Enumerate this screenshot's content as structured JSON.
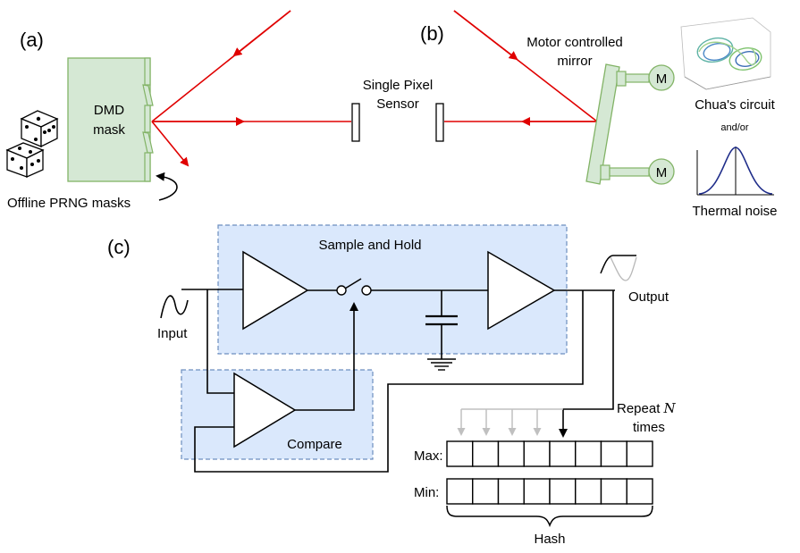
{
  "panels": {
    "a": {
      "label": "(a)",
      "dmd_label_line1": "DMD",
      "dmd_label_line2": "mask",
      "prng_label": "Offline PRNG masks"
    },
    "b": {
      "label": "(b)",
      "sensor_line1": "Single Pixel",
      "sensor_line2": "Sensor",
      "mirror_line1": "Motor controlled",
      "mirror_line2": "mirror",
      "motor_symbol": "M",
      "chua_label": "Chua's circuit",
      "andor_label": "and/or",
      "thermal_label": "Thermal noise"
    },
    "c": {
      "label": "(c)",
      "sample_hold_label": "Sample and Hold",
      "compare_label": "Compare",
      "input_label": "Input",
      "output_label": "Output",
      "repeat_line1": "Repeat",
      "repeat_var": "N",
      "repeat_line2": "times",
      "max_label": "Max:",
      "min_label": "Min:",
      "hash_label": "Hash",
      "register_cells": 8
    }
  },
  "colors": {
    "ray": "#e00000",
    "mask_fill": "#d5e8d4",
    "mask_stroke": "#82b366",
    "block_fill": "#dae8fc",
    "block_stroke": "#6c8ebf",
    "faded_arrow": "#c0c0c0"
  }
}
